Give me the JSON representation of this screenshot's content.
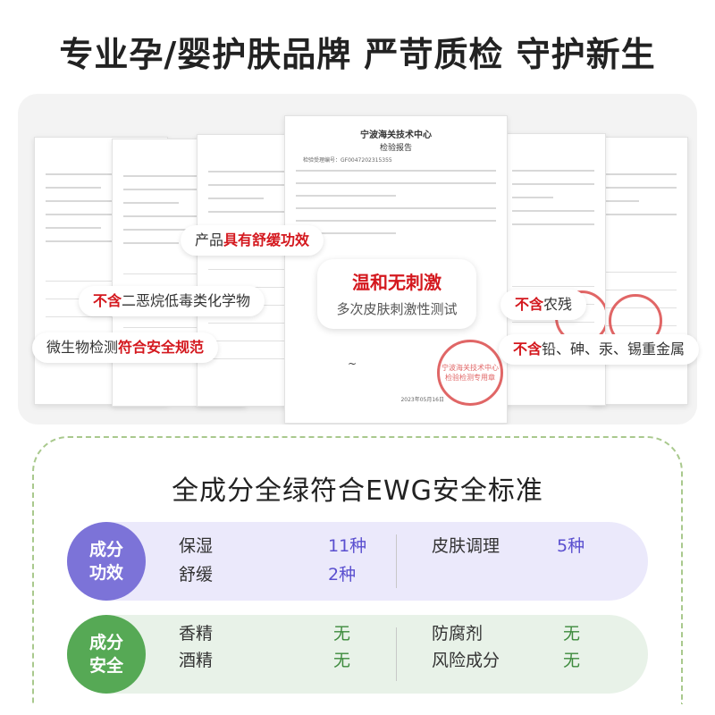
{
  "headline": "专业孕/婴护肤品牌 严苛质检 守护新生",
  "center_report": {
    "title1": "宁波海关技术中心",
    "title2": "检验报告",
    "report_no": "检验受理编号：GF0047202315355",
    "date": "2023年05月16日",
    "stamp": "宁波海关技术中心 检验检测专用章"
  },
  "tags": {
    "product_prefix": "产品",
    "product_hl": "具有舒缓功效",
    "mild_title": "温和无刺激",
    "mild_sub": "多次皮肤刺激性测试",
    "dioxane_hl": "不含",
    "dioxane_rest": "二恶烷低毒类化学物",
    "pesticide_hl": "不含",
    "pesticide_rest": "农残",
    "micro_prefix": "微生物检测",
    "micro_hl": "符合安全规范",
    "metal_hl": "不含",
    "metal_rest": "铅、砷、汞、锡重金属"
  },
  "ewg_title": "全成分全绿符合EWG安全标准",
  "efficacy": {
    "badge_line1": "成分",
    "badge_line2": "功效",
    "items": [
      {
        "name": "保湿",
        "value": "11种"
      },
      {
        "name": "舒缓",
        "value": "2种"
      },
      {
        "name": "皮肤调理",
        "value": "5种"
      }
    ]
  },
  "safety": {
    "badge_line1": "成分",
    "badge_line2": "安全",
    "items": [
      {
        "name": "香精",
        "value": "无"
      },
      {
        "name": "酒精",
        "value": "无"
      },
      {
        "name": "防腐剂",
        "value": "无"
      },
      {
        "name": "风险成分",
        "value": "无"
      }
    ]
  },
  "colors": {
    "highlight_red": "#d4181e",
    "efficacy_purple": "#7c73d8",
    "safety_green": "#56a955"
  }
}
